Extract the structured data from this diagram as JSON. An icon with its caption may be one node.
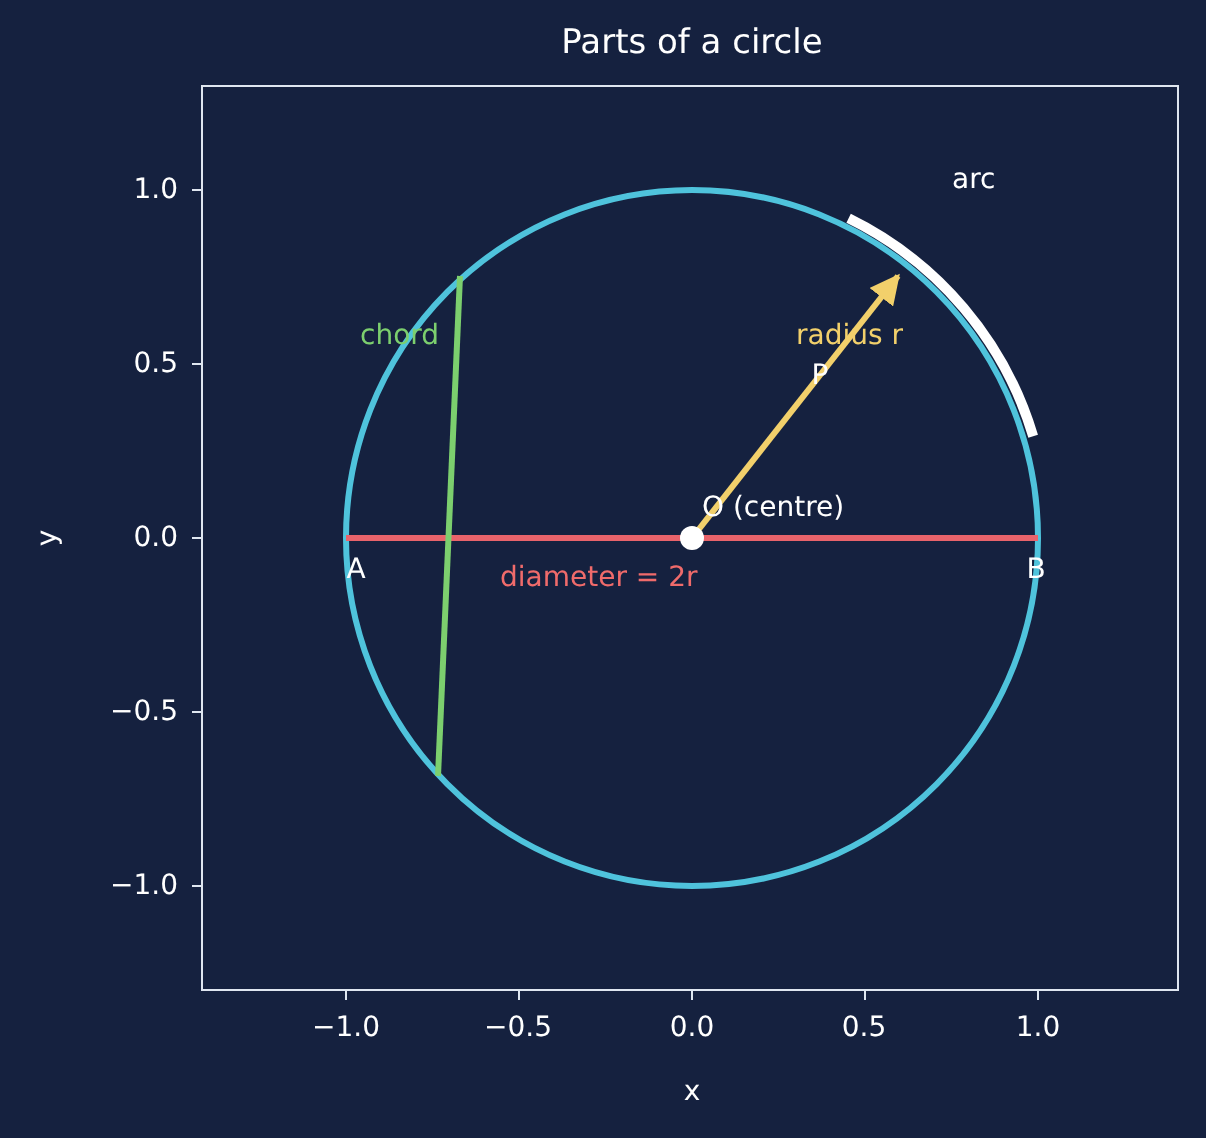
{
  "diagram": {
    "title": "Parts of a circle",
    "labels": [
      "arc",
      "chord",
      "radius r",
      "P",
      "O (centre)",
      "A",
      "diameter = 2r",
      "B",
      "1.0",
      "0.5",
      "0.0",
      "−0.5",
      "−1.0",
      "−1.0",
      "−0.5",
      "0.0",
      "0.5",
      "1.0",
      "x",
      "y"
    ]
  }
}
